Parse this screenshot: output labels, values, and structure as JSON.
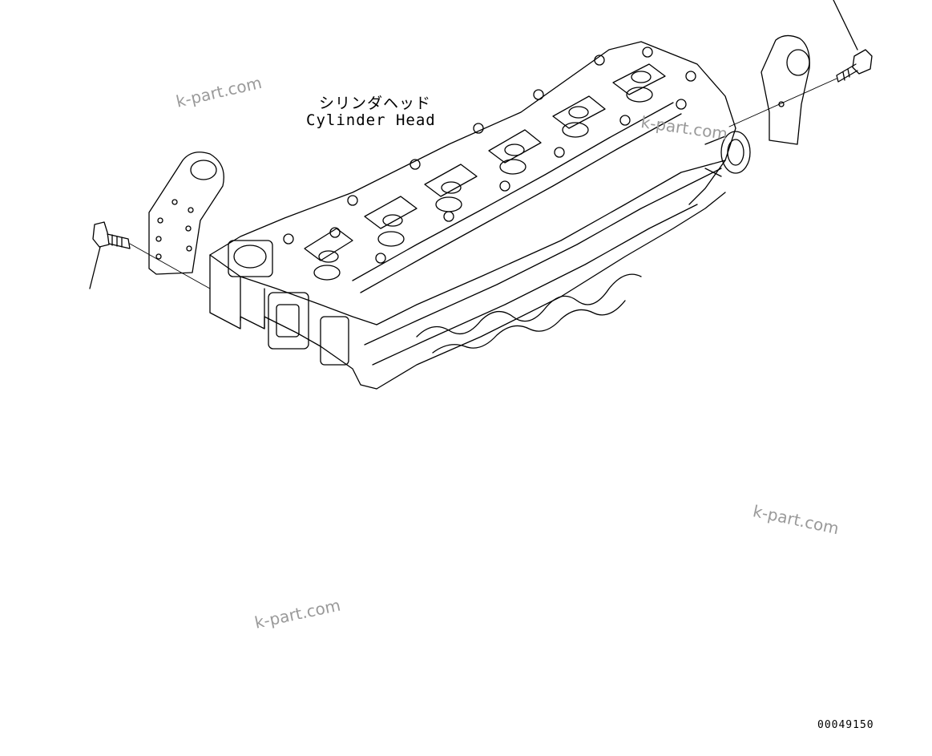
{
  "diagram": {
    "part_label_japanese": "シリンダヘッド",
    "part_label_english": "Cylinder Head",
    "drawing_number": "00049150",
    "watermarks": [
      "k-part.com",
      "k-part.com",
      "k-part.com",
      "k-part.com"
    ]
  }
}
